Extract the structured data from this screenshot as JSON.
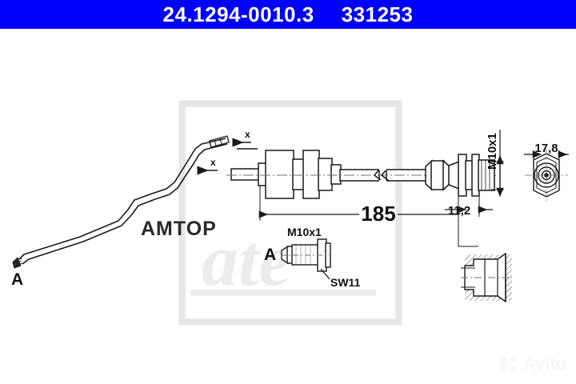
{
  "header": {
    "part_number": "24.1294-0010.3",
    "reference_number": "331253",
    "background_color": "#0000ff",
    "text_color": "#ffffff"
  },
  "drawing": {
    "title": "Brake hose technical drawing",
    "labels": {
      "section_marker_top": "x",
      "section_marker_mid": "x",
      "left_end_view": "A",
      "detail_view_letter": "A",
      "detail_thread": "M10x1",
      "detail_wrench": "SW11",
      "right_thread": "M10x1",
      "hex_width": "17,8",
      "boss_length": "11,2",
      "overall_length": "185"
    },
    "line_color": "#1a1a1a",
    "frame_color": "#e8e8ea"
  },
  "watermarks": {
    "seller": "AMTOP",
    "brand_logo": "ate",
    "marketplace": "Avito"
  }
}
